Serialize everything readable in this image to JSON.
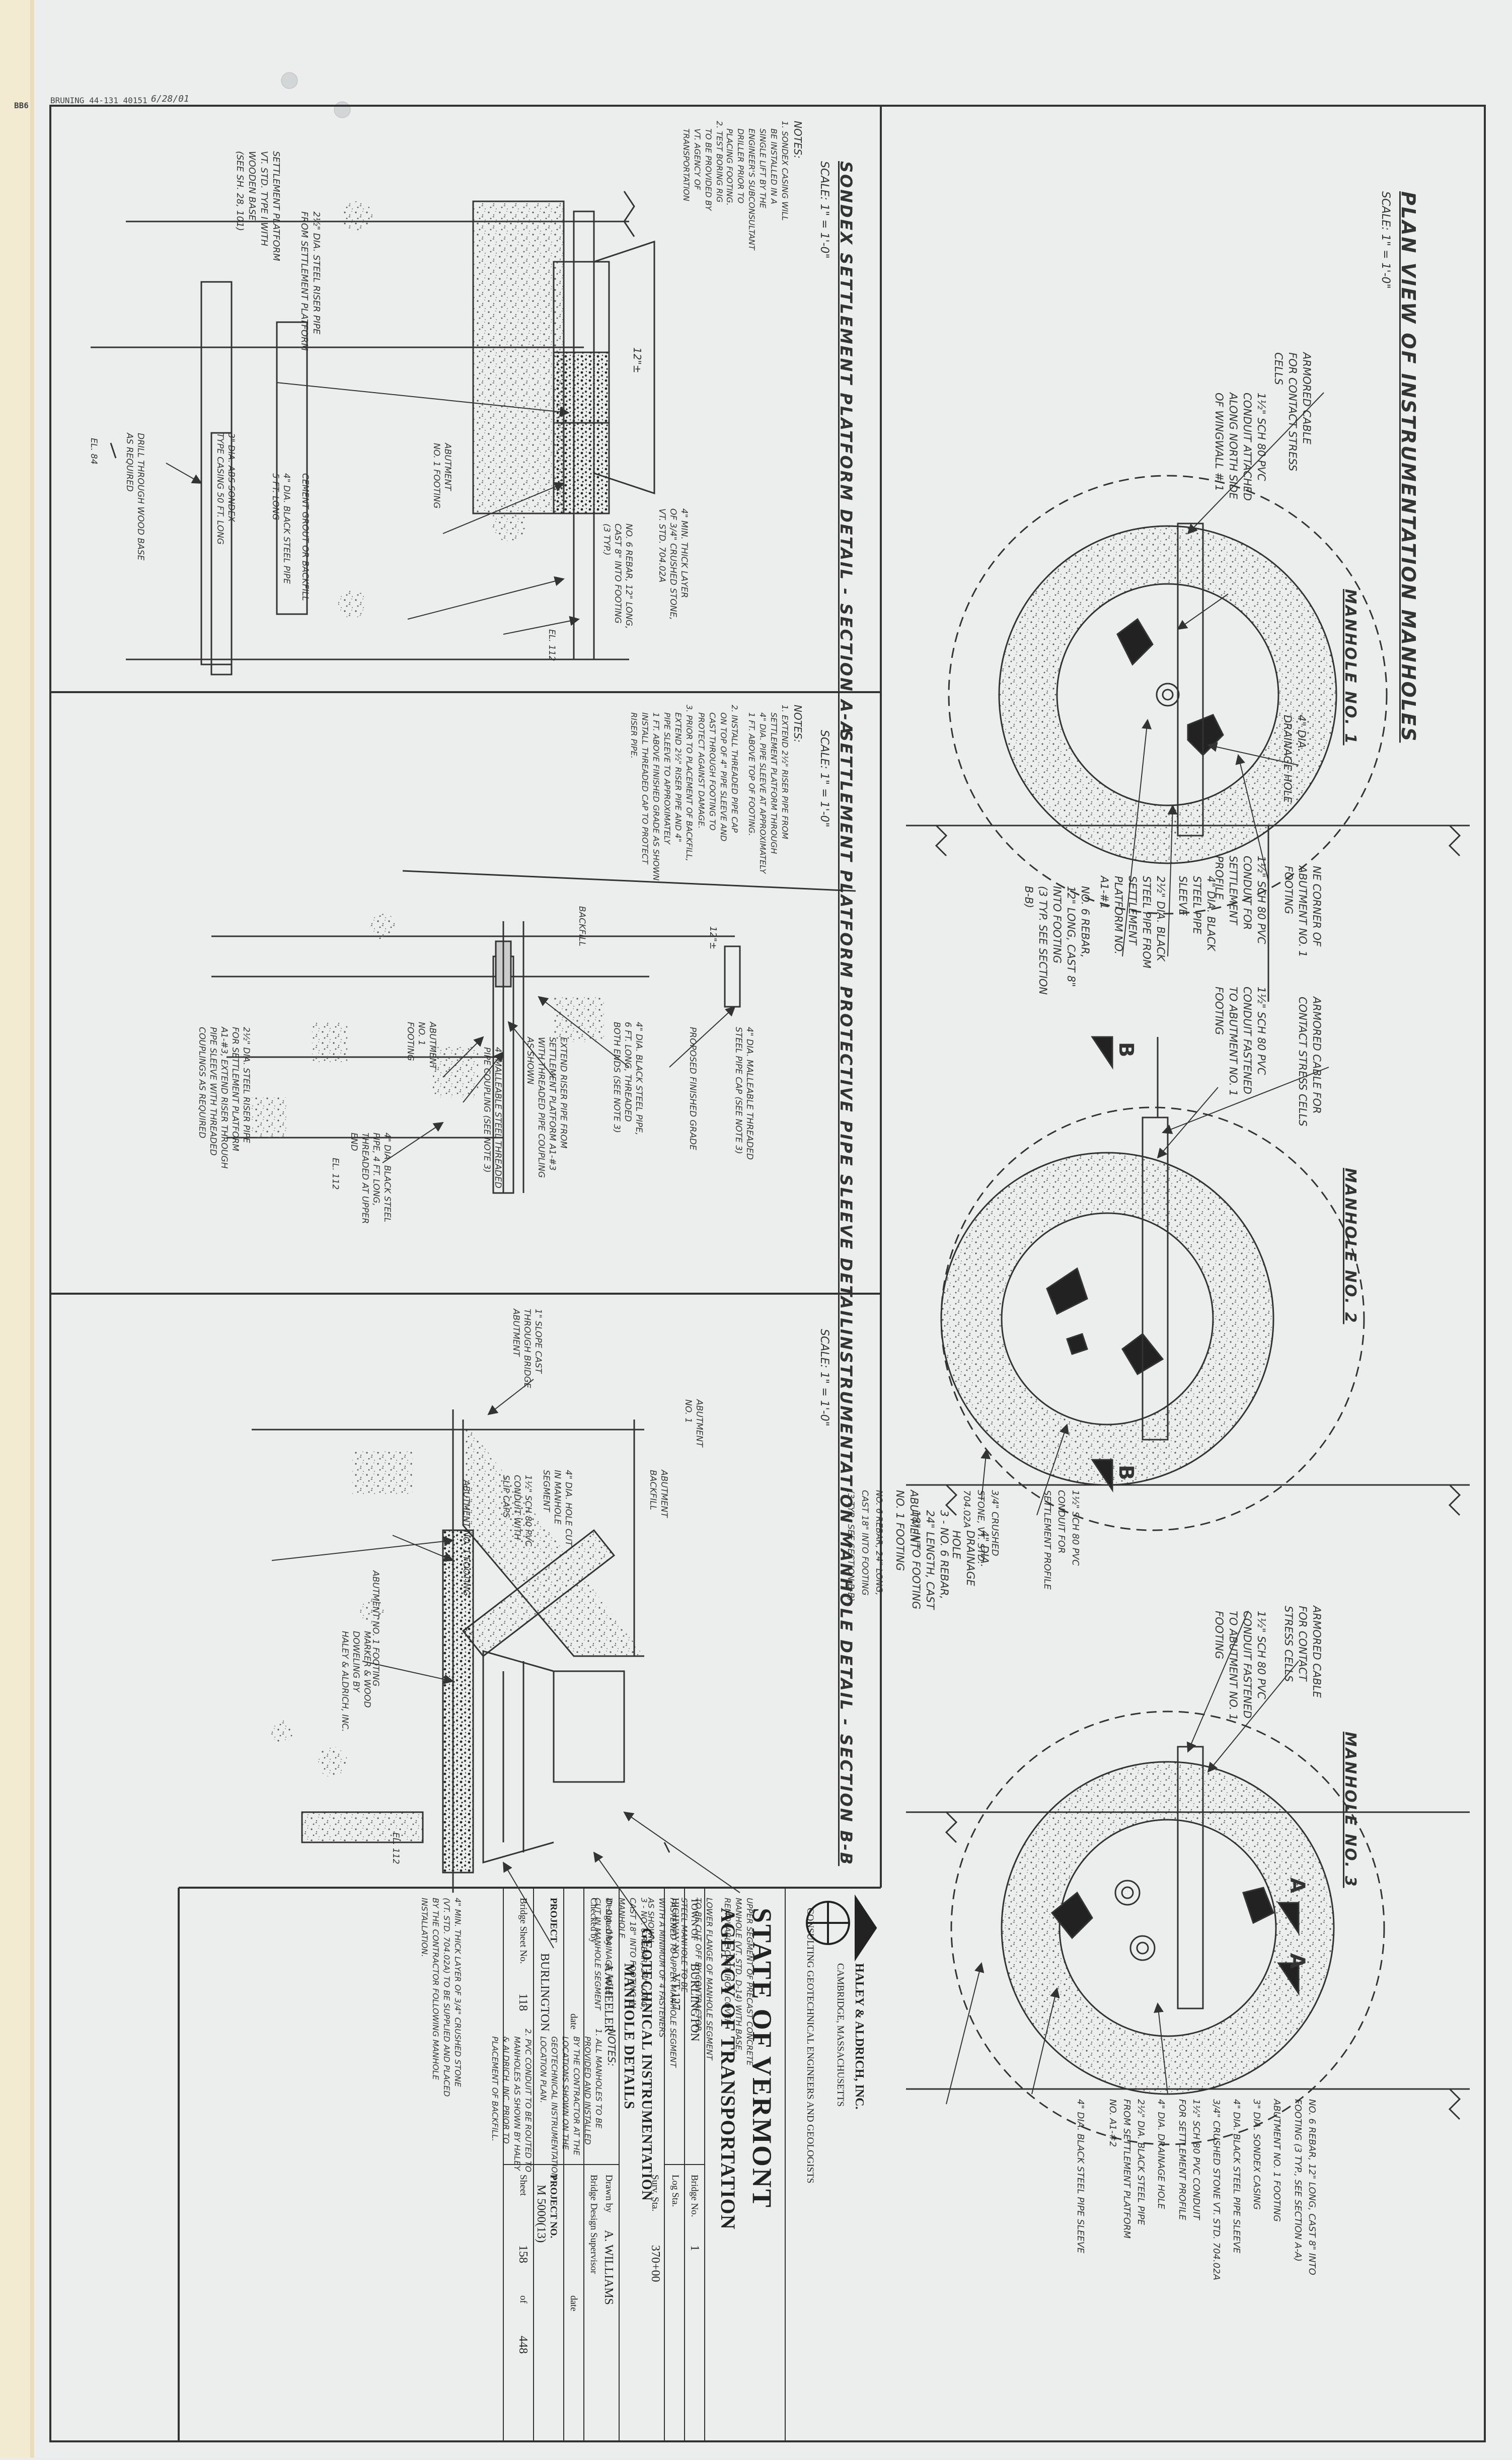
{
  "header": {
    "stamp": "BRUNING 44-131 40151",
    "handwritten": "6/28/01",
    "edge_mark": "BB6"
  },
  "plan_view": {
    "title": "PLAN VIEW OF INSTRUMENTATION MANHOLES",
    "scale": "SCALE: 1\" = 1'-0\"",
    "manholes": [
      {
        "name": "MANHOLE NO. 1",
        "labels": [
          "ARMORED CABLE\nFOR CONTACT STRESS\nCELLS",
          "1½\" SCH 80 PVC\nCONDUIT ATTACHED\nALONG NORTH SIDE\nOF WINGWALL # 1",
          "4\" DIA.\nDRAINAGE HOLE",
          "NE CORNER OF\nABUTMENT NO. 1\nFOOTING",
          "1½\" SCH 80 PVC\nCONDUIT FOR\nSETTLEMENT\nPROFILE",
          "4\" DIA. BLACK\nSTEEL PIPE\nSLEEVE",
          "2½\" DIA. BLACK\nSTEEL PIPE FROM\nSETTLEMENT\nPLATFORM NO.\nA1-#1",
          "NO. 6 REBAR,\n12\" LONG, CAST 8\"\nINTO FOOTING\n(3 TYP. SEE SECTION\nB-B)"
        ]
      },
      {
        "name": "MANHOLE NO. 2",
        "labels": [
          "ARMORED CABLE FOR\nCONTACT STRESS CELLS",
          "1½\" SCH 80 PVC\nCONDUIT FASTENED\nTO ABUTMENT NO. 1\nFOOTING",
          "ABUTMENT\nNO. 1 FOOTING",
          "3 - NO. 6 REBAR,\n24\" LENGTH, CAST\n18\" INTO FOOTING",
          "4\" DIA.\nDRAINAGE\nHOLE",
          "3/4\" CRUSHED\nSTONE, VT. STD.\n704.02A",
          "1½\" SCH 80 PVC\nCONDUIT FOR\nSETTLEMENT PROFILE",
          "NO. 6 REBAR, 24\" LONG,\nCAST 18\" INTO FOOTING\n(3 TYP., SEE SECTION B-B)"
        ],
        "section_markers": [
          "B",
          "B"
        ]
      },
      {
        "name": "MANHOLE NO. 3",
        "labels": [
          "ARMORED CABLE\nFOR CONTACT\nSTRESS CELLS",
          "1½\" SCH 80 PVC\nCONDUIT FASTENED\nTO ABUTMENT NO. 1\nFOOTING",
          "NO. 6 REBAR, 12\" LONG, CAST 8\" INTO\nFOOTING (3 TYP., SEE SECTION A-A)",
          "ABUTMENT NO. 1 FOOTING",
          "3\" DIA. SONDEX CASING",
          "4\" DIA. BLACK STEEL PIPE SLEEVE",
          "3/4\" CRUSHED STONE VT. STD. 704.02A",
          "1½\" SCH 80 PVC CONDUIT\nFOR SETTLEMENT PROFILE",
          "4\" DIA. DRAINAGE HOLE",
          "2½\" DIA. BLACK STEEL PIPE\nFROM SETTLEMENT PLATFORM\nNO. A1-#2",
          "4\" DIA. BLACK STEEL PIPE SLEEVE"
        ],
        "section_markers": [
          "A",
          "A"
        ]
      }
    ]
  },
  "sondex_detail": {
    "title": "SONDEX SETTLEMENT PLATFORM DETAIL - SECTION A-A",
    "scale": "SCALE: 1\" = 1'-0\"",
    "notes_heading": "NOTES:",
    "notes": [
      "1. SONDEX CASING WILL\n   BE INSTALLED IN A\n   SINGLE LIFT BY THE\n   ENGINEER'S SUBCONSULTANT\n   DRILLER PRIOR TO\n   PLACING FOOTING.",
      "2. TEST BORING RIG\n   TO BE PROVIDED BY\n   VT. AGENCY OF\n   TRANSPORTATION"
    ],
    "labels": [
      "SETTLEMENT PLATFORM\nVT. STD. TYPE I WITH\nWOODEN BASE\n(SEE SH. 28, 101)",
      "2½\" DIA. STEEL RISER PIPE\nFROM SETTLEMENT PLATFORM",
      "12\"±",
      "4\" MIN. THICK LAYER\nOF 3/4\" CRUSHED STONE,\nVT. STD. 704.02A",
      "NO. 6 REBAR, 12\" LONG,\nCAST 8\" INTO FOOTING\n(3 TYP.)",
      "ABUTMENT\nNO. 1 FOOTING",
      "CEMENT GROUT OR BACKFILL",
      "4\" DIA. BLACK STEEL PIPE\n5 FT. LONG",
      "3\" DIA. ABS SONDEX\nTYPE CASING 50 FT. LONG",
      "DRILL THROUGH WOOD BASE\nAS REQUIRED",
      "EL. 112",
      "EL. 84"
    ]
  },
  "sleeve_detail": {
    "title": "SETTLEMENT PLATFORM PROTECTIVE PIPE SLEEVE DETAIL",
    "scale": "SCALE: 1\" = 1'-0\"",
    "notes_heading": "NOTES:",
    "notes": [
      "1. EXTEND 2½\" RISER PIPE FROM\n   SETTLEMENT PLATFORM THROUGH\n   4\" DIA. PIPE SLEEVE AT APPROXIMATELY\n   1 FT. ABOVE TOP OF FOOTING.",
      "2. INSTALL THREADED PIPE CAP\n   ON TOP OF 4\" PIPE SLEEVE AND\n   CAST THROUGH FOOTING TO\n   PROTECT AGAINST DAMAGE.",
      "3. PRIOR TO PLACEMENT OF BACKFILL,\n   EXTEND 2½\" RISER PIPE AND 4\"\n   PIPE SLEEVE TO APPROXIMATELY\n   1 FT. ABOVE FINISHED GRADE AS SHOWN.\n   INSTALL THREADED CAP TO PROTECT\n   RISER PIPE."
    ],
    "labels": [
      "4\" DIA. MALLEABLE THREADED\nSTEEL PIPE CAP (SEE NOTE 3)",
      "PROPOSED FINISHED GRADE",
      "12\"±",
      "BACKFILL",
      "4\" DIA. BLACK STEEL PIPE,\n6 FT. LONG, THREADED\nBOTH ENDS (SEE NOTE 3)",
      "EXTEND RISER PIPE FROM\nSETTLEMENT PLATFORM A1-#3\nWITH THREADED PIPE COUPLING\nAS SHOWN",
      "4\" MALLEABLE STEEL THREADED\nPIPE COUPLING (SEE NOTE 3)",
      "ABUTMENT\nNO. 1\nFOOTING",
      "4\" DIA. BLACK STEEL\nPIPE, 4 FT. LONG,\nTHREADED AT UPPER\nEND",
      "2½\" DIA. STEEL RISER PIPE\nFOR SETTLEMENT PLATFORM\nA1-#3, EXTEND RISER THROUGH\nPIPE SLEEVE WITH THREADED\nCOUPLINGS AS REQUIRED",
      "EL. 112"
    ]
  },
  "manhole_detail": {
    "title": "INSTRUMENTATION MANHOLE DETAIL - SECTION B-B",
    "scale": "SCALE: 1\" = 1'-0\"",
    "notes_heading": "NOTES:",
    "notes": [
      "1. ALL MANHOLES TO BE\n   PROVIDED AND INSTALLED\n   BY THE CONTRACTOR AT THE\n   LOCATIONS SHOWN ON THE\n   GEOTECHNICAL INSTRUMENTATION\n   LOCATION PLAN.",
      "2. PVC CONDUIT TO BE ROUTED TO\n   MANHOLES AS SHOWN BY HALEY\n   & ALDRICH, INC. PRIOR TO\n   PLACEMENT OF BACKFILL."
    ],
    "labels": [
      "1\" SLOPE CAST\nTHROUGH BRIDGE\nABUTMENT",
      "ABUTMENT\nNO. 1",
      "ABUTMENT\nBACKFILL",
      "4\" DIA. HOLE CUT\nIN MANHOLE\nSEGMENT",
      "1½\" SCH 80 PVC\nCONDUIT WITH\nSLIP CAPS",
      "ABUTMENT NO. 1 FOOTING",
      "ABUTMENT NO. 1 FOOTING",
      "MARKER & WOOD\nDOWELING BY\nHALEY & ALDRICH, INC.",
      "UPPER SEGMENT OF PRECAST CONCRETE\nMANHOLE (VT. STD. D-14) WITH BASE,\nREMOVABLE CAST IRON COVER",
      "LOWER FLANGE OF MANHOLE SEGMENT\nTO BE CUT OFF BY CONTRACTOR.",
      "STEEL MANHOLE TO BE\nFASTENED TO UPPER MANHOLE SEGMENT\nWITH A MINIMUM OF 4 FASTENERS\nAS SHOWN.",
      "3 - NO. 6 REBAR, 24\" LONG,\nCAST 18\" INTO FOOTING IN\nMANHOLE",
      "4\" DIA. DRAINAGE HOLE\nCUT IN MANHOLE SEGMENT",
      "4\" MIN. THICK LAYER OF 3/4\" CRUSHED STONE\n(VT. STD. 704.02A) TO BE SUPPLIED AND PLACED\nBY THE CONTRACTOR FOLLOWING MANHOLE\nINSTALLATION.",
      "EL. 112"
    ]
  },
  "title_block": {
    "firm_name": "HALEY & ALDRICH, INC.",
    "firm_city": "CAMBRIDGE, MASSACHUSETTS",
    "firm_desc": "CONSULTING GEOTECHNICAL ENGINEERS AND GEOLOGISTS",
    "state": "STATE OF VERMONT",
    "agency": "AGENCY OF TRANSPORTATION",
    "town_label": "TOWN OF",
    "town": "BURLINGTON",
    "bridge_no_label": "Bridge No.",
    "bridge_no": "1",
    "highway_label": "HIGHWAY NO.",
    "highway": "VT 127",
    "log_sta_label": "Log Sta.",
    "log_sta": "",
    "surv_sta_label": "Surv. Sta.",
    "surv_sta": "370+00",
    "drawing_title_1": "GEOTECHNICAL INSTRUMENTATION",
    "drawing_title_2": "MANHOLE DETAILS",
    "designed_label": "Designed by",
    "designed": "A.WHEELER",
    "drawn_label": "Drawn by",
    "drawn": "A. WILLIAMS",
    "checked_label": "Checked by",
    "checked": "",
    "supervisor_label": "Bridge Design Supervisor",
    "date_label": "date",
    "project_label": "PROJECT",
    "project": "BURLINGTON",
    "project_no_label": "PROJECT NO.",
    "project_no": "M 5000(13)",
    "bridge_sheet_label": "Bridge Sheet No.",
    "bridge_sheet": "118",
    "sheet_label": "Sheet",
    "sheet": "158",
    "of_label": "of",
    "sheet_total": "448"
  }
}
